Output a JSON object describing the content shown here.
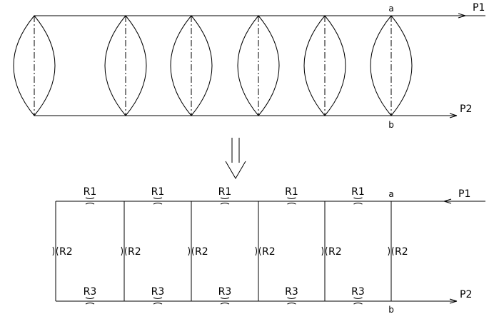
{
  "top_diagram": {
    "node_top": "a",
    "node_bottom": "b",
    "port_top": "P1",
    "port_bottom": "P2"
  },
  "bottom_diagram": {
    "node_top": "a",
    "node_bottom": "b",
    "port_top": "P1",
    "port_bottom": "P2",
    "top_resistor_label": "R1",
    "vertical_resistor_label": "R2",
    "bottom_resistor_label": "R3",
    "section_count": 5,
    "vertical_count": 6
  }
}
